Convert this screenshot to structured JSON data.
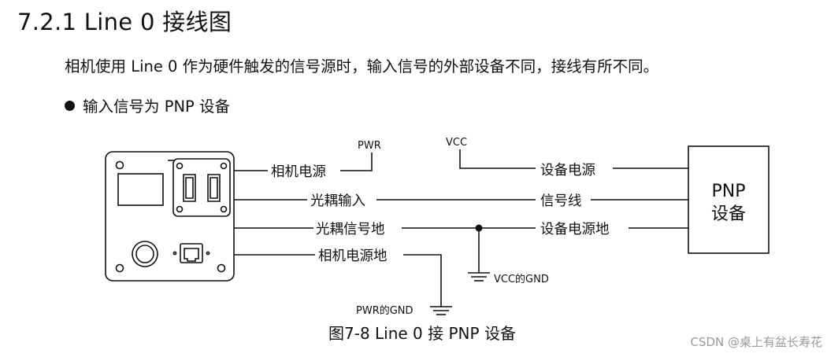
{
  "section": {
    "title": "7.2.1 Line 0 接线图",
    "intro": "相机使用 Line 0 作为硬件触发的信号源时，输入信号的外部设备不同，接线有所不同。",
    "bullet": "输入信号为 PNP 设备"
  },
  "diagram": {
    "camera_labels": {
      "power": "相机电源",
      "opto_input": "光耦输入",
      "opto_ground": "光耦信号地",
      "power_ground": "相机电源地"
    },
    "device_labels": {
      "power": "设备电源",
      "signal": "信号线",
      "power_ground": "设备电源地"
    },
    "pwr": "PWR",
    "vcc": "VCC",
    "vcc_gnd": "VCC的GND",
    "pwr_gnd": "PWR的GND",
    "device_line1": "PNP",
    "device_line2": "设备",
    "caption": "图7-8  Line 0 接 PNP 设备"
  },
  "watermark": "CSDN @桌上有盆长寿花"
}
